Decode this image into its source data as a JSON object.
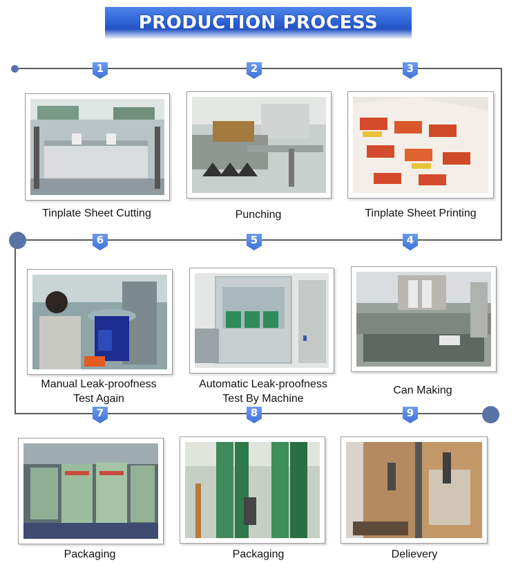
{
  "header": {
    "title": "PRODUCTION PROCESS"
  },
  "colors": {
    "banner": "#2f64d6",
    "badge": "#4a7fe2",
    "line": "#5a5a5a",
    "dot": "#5a73a6"
  },
  "steps": [
    {
      "number": "1",
      "caption_line1": "Tinplate Sheet Cutting",
      "caption_line2": "",
      "icon": "sheet-cutting-photo"
    },
    {
      "number": "2",
      "caption_line1": "Punching",
      "caption_line2": "",
      "icon": "punching-photo"
    },
    {
      "number": "3",
      "caption_line1": "Tinplate Sheet Printing",
      "caption_line2": "",
      "icon": "printing-photo"
    },
    {
      "number": "4",
      "caption_line1": "Can Making",
      "caption_line2": "",
      "icon": "can-making-photo"
    },
    {
      "number": "5",
      "caption_line1": "Automatic Leak-proofness",
      "caption_line2": "Test By Machine",
      "icon": "machine-test-photo"
    },
    {
      "number": "6",
      "caption_line1": "Manual Leak-proofness",
      "caption_line2": "Test Again",
      "icon": "manual-test-photo"
    },
    {
      "number": "7",
      "caption_line1": "Packaging",
      "caption_line2": "",
      "icon": "pallet-packaging-photo"
    },
    {
      "number": "8",
      "caption_line1": "Packaging",
      "caption_line2": "",
      "icon": "stacked-cans-photo"
    },
    {
      "number": "9",
      "caption_line1": "Delievery",
      "caption_line2": "",
      "icon": "container-loading-photo"
    }
  ]
}
